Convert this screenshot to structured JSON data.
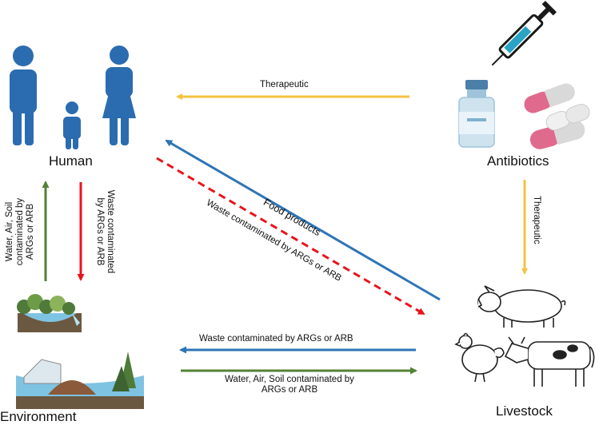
{
  "nodes": {
    "human": "Human",
    "antibiotics": "Antibiotics",
    "livestock": "Livestock",
    "environment": "Environment"
  },
  "edges": {
    "antibiotics_to_human": "Therapeutic",
    "antibiotics_to_livestock": "Therapeutic",
    "livestock_to_human": "Food products",
    "human_to_livestock": "Waste contaminated by ARGs or ARB",
    "livestock_to_environment": "Waste contaminated by ARGs or ARB",
    "environment_to_livestock": [
      "Water, Air, Soil contaminated by",
      "ARGs or ARB"
    ],
    "environment_to_human": [
      "Water, Air, Soil",
      "contaminated by",
      "ARGs or ARB"
    ],
    "human_to_environment": [
      "Waste contaminated",
      "by ARGs or ARB"
    ]
  },
  "colors": {
    "therapeutic": "#F5C242",
    "food": "#2E75B6",
    "waste_red": "#E8141B",
    "env_green": "#548235",
    "person": "#2B6CB0"
  }
}
